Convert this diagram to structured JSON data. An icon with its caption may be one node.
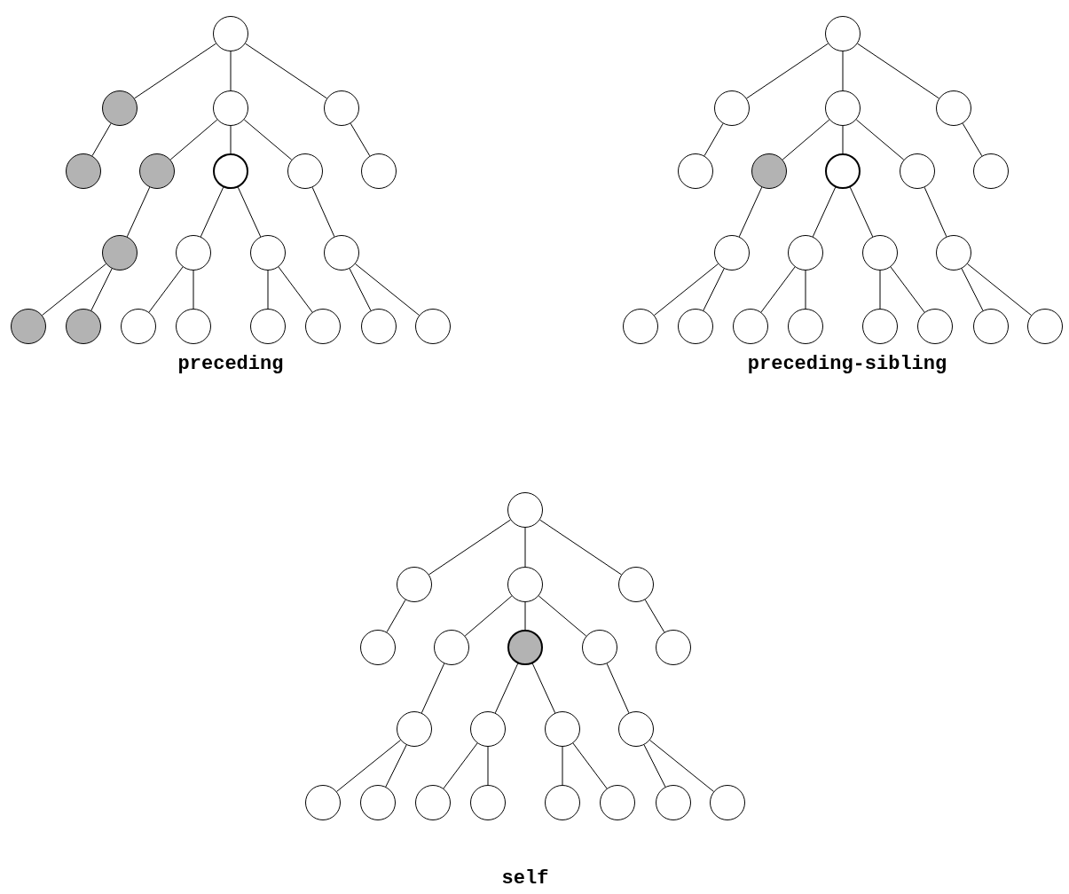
{
  "diagram": {
    "nodes": [
      {
        "text": [],
        "shape": "circle"
      },
      {
        "text": [],
        "shape": "circle"
      },
      {
        "text": [],
        "shape": "circle"
      },
      {
        "text": [],
        "shape": "circle"
      },
      {
        "text": [],
        "shape": "circle"
      },
      {
        "text": [],
        "shape": "circle"
      },
      {
        "text": [],
        "shape": "circle"
      },
      {
        "text": [],
        "shape": "circle"
      },
      {
        "text": [],
        "shape": "circle"
      },
      {
        "text": [],
        "shape": "circle"
      },
      {
        "text": [],
        "shape": "circle"
      },
      {
        "text": [],
        "shape": "circle"
      },
      {
        "text": [],
        "shape": "circle"
      },
      {
        "text": [],
        "shape": "circle"
      },
      {
        "text": [],
        "shape": "circle"
      },
      {
        "text": [],
        "shape": "circle"
      },
      {
        "text": [],
        "shape": "circle"
      },
      {
        "text": [],
        "shape": "circle"
      },
      {
        "text": [],
        "shape": "circle"
      },
      {
        "text": [],
        "shape": "circle"
      },
      {
        "text": [],
        "shape": "circle"
      },
      {
        "text": [],
        "shape": "circle"
      },
      {
        "text": [],
        "shape": "circle"
      },
      {
        "text": [],
        "shape": "circle"
      },
      {
        "text": [],
        "shape": "circle"
      },
      {
        "text": [],
        "shape": "circle"
      },
      {
        "text": [],
        "shape": "circle"
      },
      {
        "text": [],
        "shape": "circle"
      },
      {
        "text": [],
        "shape": "circle"
      },
      {
        "text": [],
        "shape": "circle"
      },
      {
        "text": [],
        "shape": "circle"
      },
      {
        "text": [],
        "shape": "circle"
      },
      {
        "text": [],
        "shape": "circle"
      },
      {
        "text": [],
        "shape": "circle"
      },
      {
        "text": [],
        "shape": "circle"
      },
      {
        "text": [],
        "shape": "circle"
      },
      {
        "text": [],
        "shape": "circle"
      },
      {
        "text": [],
        "shape": "circle"
      },
      {
        "text": [],
        "shape": "circle"
      },
      {
        "text": [],
        "shape": "circle"
      },
      {
        "text": [],
        "shape": "circle"
      },
      {
        "text": [],
        "shape": "circle"
      },
      {
        "text": [],
        "shape": "circle"
      },
      {
        "text": [],
        "shape": "circle"
      },
      {
        "text": [],
        "shape": "circle"
      },
      {
        "text": [],
        "shape": "circle"
      },
      {
        "text": [],
        "shape": "circle"
      },
      {
        "text": [],
        "shape": "circle"
      },
      {
        "text": [],
        "shape": "circle"
      },
      {
        "text": [],
        "shape": "circle"
      },
      {
        "text": [],
        "shape": "circle"
      },
      {
        "text": [],
        "shape": "circle"
      },
      {
        "text": [],
        "shape": "circle"
      },
      {
        "text": [],
        "shape": "circle"
      },
      {
        "text": [],
        "shape": "circle"
      },
      {
        "text": [],
        "shape": "circle"
      },
      {
        "text": [],
        "shape": "circle"
      },
      {
        "text": [],
        "shape": "circle"
      },
      {
        "text": [],
        "shape": "circle"
      },
      {
        "text": [],
        "shape": "circle"
      },
      {
        "text": [],
        "shape": "circle"
      },
      {
        "text": [],
        "shape": "circle"
      },
      {
        "text": [],
        "shape": "circle"
      }
    ],
    "edges": [
      {
        "from": 0,
        "to": 1,
        "arrow": "none"
      },
      {
        "from": 0,
        "to": 2,
        "arrow": "none"
      },
      {
        "from": 0,
        "to": 3,
        "arrow": "none"
      },
      {
        "from": 1,
        "to": 4,
        "arrow": "none"
      },
      {
        "from": 2,
        "to": 5,
        "arrow": "none"
      },
      {
        "from": 2,
        "to": 6,
        "arrow": "none"
      },
      {
        "from": 2,
        "to": 7,
        "arrow": "none"
      },
      {
        "from": 3,
        "to": 8,
        "arrow": "none"
      },
      {
        "from": 5,
        "to": 9,
        "arrow": "none"
      },
      {
        "from": 6,
        "to": 10,
        "arrow": "none"
      },
      {
        "from": 6,
        "to": 11,
        "arrow": "none"
      },
      {
        "from": 7,
        "to": 12,
        "arrow": "none"
      },
      {
        "from": 9,
        "to": 13,
        "arrow": "none"
      },
      {
        "from": 9,
        "to": 14,
        "arrow": "none"
      },
      {
        "from": 10,
        "to": 15,
        "arrow": "none"
      },
      {
        "from": 10,
        "to": 16,
        "arrow": "none"
      },
      {
        "from": 11,
        "to": 17,
        "arrow": "none"
      },
      {
        "from": 11,
        "to": 18,
        "arrow": "none"
      },
      {
        "from": 12,
        "to": 19,
        "arrow": "none"
      },
      {
        "from": 12,
        "to": 20,
        "arrow": "none"
      },
      {
        "from": 21,
        "to": 22,
        "arrow": "none"
      },
      {
        "from": 21,
        "to": 23,
        "arrow": "none"
      },
      {
        "from": 21,
        "to": 24,
        "arrow": "none"
      },
      {
        "from": 22,
        "to": 25,
        "arrow": "none"
      },
      {
        "from": 23,
        "to": 26,
        "arrow": "none"
      },
      {
        "from": 23,
        "to": 27,
        "arrow": "none"
      },
      {
        "from": 23,
        "to": 28,
        "arrow": "none"
      },
      {
        "from": 24,
        "to": 29,
        "arrow": "none"
      },
      {
        "from": 26,
        "to": 30,
        "arrow": "none"
      },
      {
        "from": 27,
        "to": 31,
        "arrow": "none"
      },
      {
        "from": 27,
        "to": 32,
        "arrow": "none"
      },
      {
        "from": 28,
        "to": 33,
        "arrow": "none"
      },
      {
        "from": 30,
        "to": 34,
        "arrow": "none"
      },
      {
        "from": 30,
        "to": 35,
        "arrow": "none"
      },
      {
        "from": 31,
        "to": 36,
        "arrow": "none"
      },
      {
        "from": 31,
        "to": 37,
        "arrow": "none"
      },
      {
        "from": 32,
        "to": 38,
        "arrow": "none"
      },
      {
        "from": 32,
        "to": 39,
        "arrow": "none"
      },
      {
        "from": 33,
        "to": 40,
        "arrow": "none"
      },
      {
        "from": 33,
        "to": 41,
        "arrow": "none"
      },
      {
        "from": 42,
        "to": 43,
        "arrow": "none"
      },
      {
        "from": 42,
        "to": 44,
        "arrow": "none"
      },
      {
        "from": 42,
        "to": 45,
        "arrow": "none"
      },
      {
        "from": 43,
        "to": 46,
        "arrow": "none"
      },
      {
        "from": 44,
        "to": 47,
        "arrow": "none"
      },
      {
        "from": 44,
        "to": 48,
        "arrow": "none"
      },
      {
        "from": 44,
        "to": 49,
        "arrow": "none"
      },
      {
        "from": 45,
        "to": 50,
        "arrow": "none"
      },
      {
        "from": 47,
        "to": 51,
        "arrow": "none"
      },
      {
        "from": 48,
        "to": 52,
        "arrow": "none"
      },
      {
        "from": 48,
        "to": 53,
        "arrow": "none"
      },
      {
        "from": 49,
        "to": 54,
        "arrow": "none"
      },
      {
        "from": 51,
        "to": 55,
        "arrow": "none"
      },
      {
        "from": 51,
        "to": 56,
        "arrow": "none"
      },
      {
        "from": 52,
        "to": 57,
        "arrow": "none"
      },
      {
        "from": 52,
        "to": 58,
        "arrow": "none"
      },
      {
        "from": 53,
        "to": 59,
        "arrow": "none"
      },
      {
        "from": 53,
        "to": 60,
        "arrow": "none"
      },
      {
        "from": 54,
        "to": 61,
        "arrow": "none"
      },
      {
        "from": 54,
        "to": 62,
        "arrow": "none"
      }
    ],
    "labels": [
      "preceding",
      "preceding-sibling",
      "self"
    ]
  }
}
